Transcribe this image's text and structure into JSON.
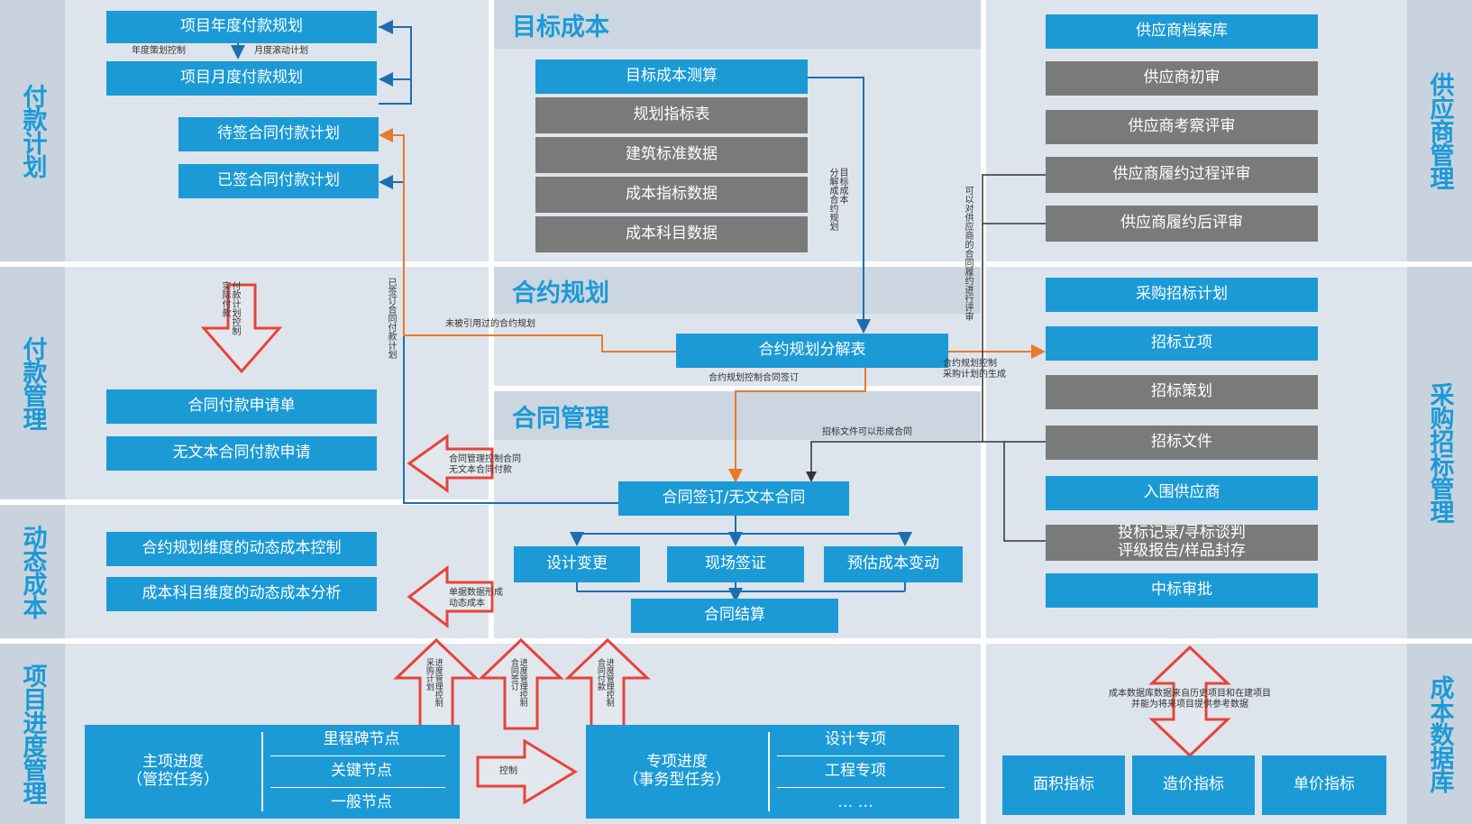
{
  "sections": {
    "pay_plan": "付款计划",
    "pay_mgmt": "付款管理",
    "dynamic_cost": "动态成本",
    "progress_mgmt": "项目进度管理",
    "supplier_mgmt": "供应商管理",
    "procurement_mgmt": "采购招标管理",
    "cost_db": "成本数据库"
  },
  "headers": {
    "target_cost": "目标成本",
    "contract_plan": "合约规划",
    "contract_mgmt": "合同管理"
  },
  "pay_plan_boxes": {
    "annual": "项目年度付款规划",
    "monthly": "项目月度付款规划",
    "pending": "待签合同付款计划",
    "signed": "已签合同付款计划"
  },
  "pay_plan_labels": {
    "annual_control": "年度策划控制",
    "monthly_plan": "月度滚动计划"
  },
  "pay_mgmt_boxes": {
    "contract_apply": "合同付款申请单",
    "no_text_apply": "无文本合同付款申请"
  },
  "pay_mgmt_arrow_label": "付款计划控制\n实际付款",
  "target_cost_boxes": {
    "calc": "目标成本测算",
    "plan_index": "规划指标表",
    "building_std": "建筑标准数据",
    "cost_index": "成本指标数据",
    "cost_subject": "成本科目数据"
  },
  "target_cost_label": "目标成本\n分解成合约规划",
  "contract_plan_box": "合约规划分解表",
  "contract_plan_labels": {
    "unsigned": "未被引用过的合约规划",
    "control_sign": "合约规划控制合同签订",
    "procure_gen": "合约规划控制\n采购计划的生成",
    "signed_plan": "已签订合同付款计划",
    "supplier_eval": "可以对供应商的合同履约进行评审"
  },
  "contract_mgmt_label": "招标文件可以形成合同",
  "contract_mgmt_boxes": {
    "sign": "合同签订/无文本合同",
    "design_change": "设计变更",
    "site_visa": "现场签证",
    "est_change": "预估成本变动",
    "settlement": "合同结算"
  },
  "contract_mgmt_arrow_label": "合同管理控制合同\n无文本合同付款",
  "dynamic_boxes": {
    "by_plan": "合约规划维度的动态成本控制",
    "by_subject": "成本科目维度的动态成本分析"
  },
  "dynamic_arrow_label": "单据数据形成\n动态成本",
  "supplier_boxes": {
    "archive": "供应商档案库",
    "initial": "供应商初审",
    "inspect": "供应商考察评审",
    "process": "供应商履约过程评审",
    "post": "供应商履约后评审"
  },
  "procurement_boxes": {
    "plan": "采购招标计划",
    "project": "招标立项",
    "strategy": "招标策划",
    "docs": "招标文件",
    "shortlist": "入围供应商",
    "records_1": "投标记录/寻标谈判",
    "records_2": "评级报告/样品封存",
    "award": "中标审批"
  },
  "progress": {
    "main_1": "主项进度",
    "main_2": "（管控任务）",
    "milestone": "里程碑节点",
    "key": "关键节点",
    "general": "一般节点",
    "special_1": "专项进度",
    "special_2": "（事务型任务）",
    "design": "设计专项",
    "engineering": "工程专项",
    "more": "… …",
    "control_label": "控制",
    "up_1": "进度管理控制\n采购计划",
    "up_2": "进度管理控制\n合同签订",
    "up_3": "进度管理控制\n合同付款"
  },
  "cost_db_label": "成本数据库数据来自历史项目和在建项目\n并能为将来项目提供参考数据",
  "cost_db_boxes": {
    "area": "面积指标",
    "price": "造价指标",
    "unit": "单价指标"
  },
  "colors": {
    "blue": "#1b9ad6",
    "gray": "#7a7a7a",
    "panel": "#dde4ec",
    "orange": "#e87a2a",
    "red": "#e8433a",
    "dark": "#333333"
  }
}
